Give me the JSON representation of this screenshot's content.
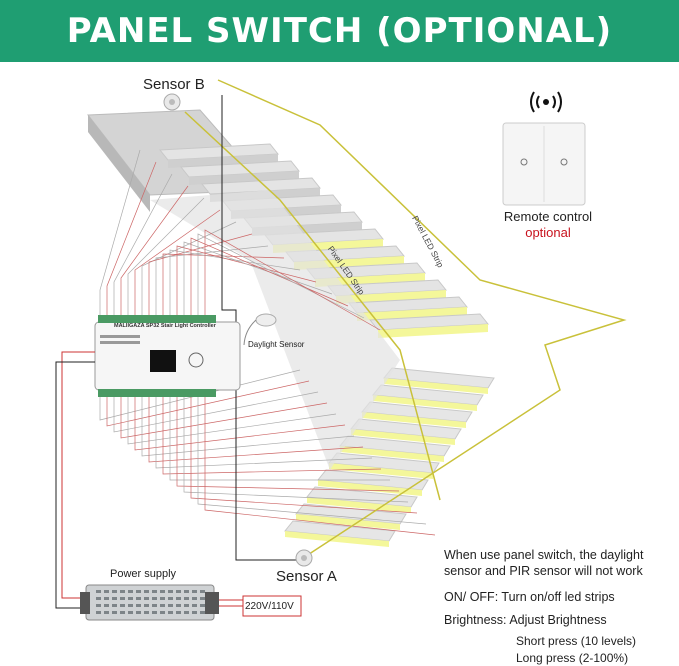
{
  "title": "PANEL SWITCH (OPTIONAL)",
  "labels": {
    "sensor_b": "Sensor B",
    "sensor_a": "Sensor A",
    "remote_control": "Remote control",
    "remote_optional": "optional",
    "daylight_sensor": "Daylight Sensor",
    "power_supply": "Power supply",
    "voltage": "220V/110V",
    "pixel_led_strip_1": "Pixel LED Strip",
    "pixel_led_strip_2": "Pixel LED Strip",
    "controller_title": "MALIIGAZA SP32 Stair Light Controller"
  },
  "notes": {
    "line1": "When use panel switch, the daylight",
    "line2": "sensor and PIR sensor will not work",
    "on_off": "ON/ OFF: Turn on/off led strips",
    "brightness": "Brightness: Adjust Brightness",
    "short_press": "Short press (10 levels)",
    "long_press": "Long press (2-100%)"
  },
  "colors": {
    "banner": "#1f9e72",
    "optional_text": "#c8121d",
    "strip_wire": "#c9c13a",
    "led": "#f4f79a"
  }
}
